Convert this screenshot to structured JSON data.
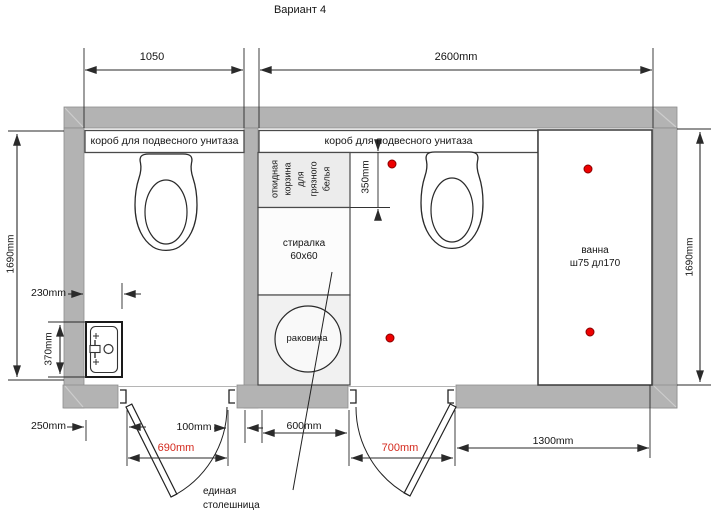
{
  "title": "Вариант 4",
  "rooms": {
    "toilet_room": {
      "duct_label": "короб для подвесного унитаза"
    },
    "bathroom": {
      "duct_label": "короб для подвесного унитаза",
      "basket_lines": [
        "откидная",
        "корзина",
        "для",
        "грязного",
        "белья"
      ],
      "washer_line1": "стиралка",
      "washer_line2": "60x60",
      "round_sink_label": "раковина",
      "bath_line1": "ванна",
      "bath_line2": "ш75 дл170"
    },
    "countertop_line1": "единая",
    "countertop_line2": "столешница"
  },
  "dimensions": {
    "toilet_room_width": "1050",
    "bathroom_width": "2600mm",
    "left_wall_height": "1690mm",
    "right_wall_height": "1690mm",
    "corner_sink_width": "230mm",
    "corner_sink_depth": "370mm",
    "left_offset": "250mm",
    "door_gap": "100mm",
    "door1_width": "690mm",
    "washer_width": "600mm",
    "door2_width": "700mm",
    "bath_zone_width": "1300mm",
    "basket_depth": "350mm"
  },
  "colors": {
    "wall_gray": "#b3b3b3",
    "dimension_red": "#d42a1e",
    "marker_red": "#ee0000"
  }
}
